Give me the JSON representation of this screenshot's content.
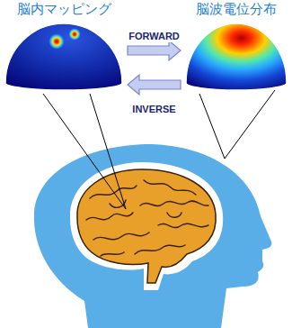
{
  "diagram": {
    "nodes": [
      {
        "text": [
          "脳内マッピング"
        ]
      },
      {
        "text": [
          "脳波電位分布"
        ]
      }
    ],
    "edges": [
      {
        "from": 0,
        "to": 1,
        "arrow": "to",
        "label": "FORWARD"
      },
      {
        "from": 1,
        "to": 0,
        "arrow": "to",
        "label": "INVERSE"
      }
    ]
  }
}
